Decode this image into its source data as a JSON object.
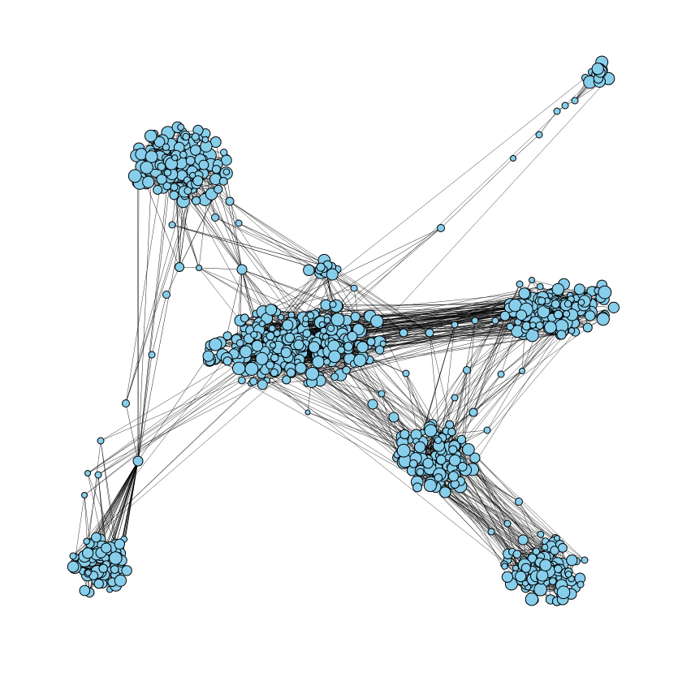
{
  "diagram": {
    "type": "network-graph",
    "node_fill": "#87CEEB",
    "node_stroke": "#000000",
    "edge_color": "#000000",
    "clusters": [
      {
        "id": "cluster-central"
      },
      {
        "id": "cluster-upper-left"
      },
      {
        "id": "cluster-right"
      },
      {
        "id": "cluster-lower-center"
      },
      {
        "id": "cluster-lower-right"
      },
      {
        "id": "cluster-lower-left"
      },
      {
        "id": "cluster-upper-right-tip"
      },
      {
        "id": "cluster-top-center-small"
      }
    ]
  }
}
